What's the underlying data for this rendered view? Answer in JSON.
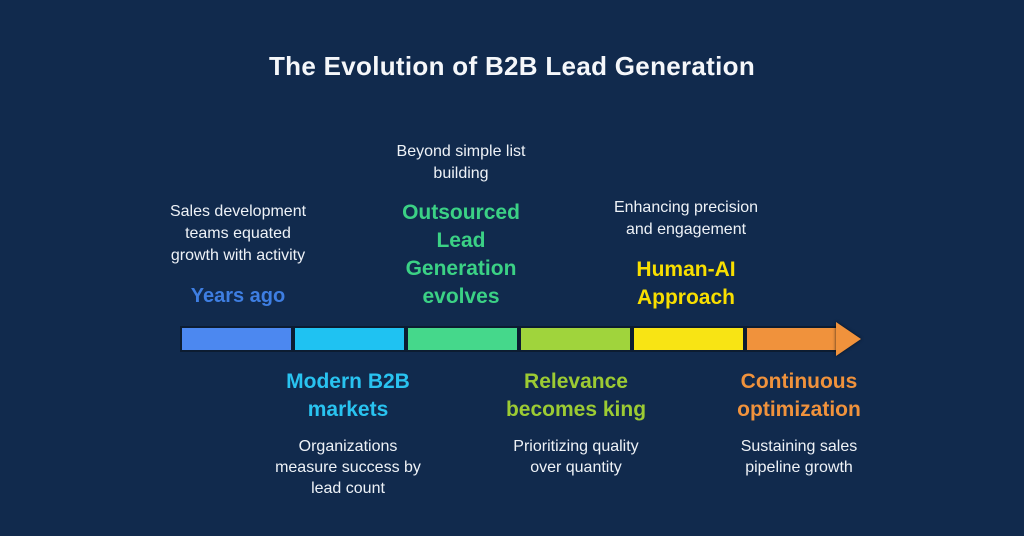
{
  "canvas": {
    "background": "#112A4D"
  },
  "title": {
    "text": "The Evolution of B2B Lead Generation",
    "color": "#F5F7FA"
  },
  "timeline": {
    "direction": "left-to-right",
    "segments": [
      {
        "name": "years-ago",
        "color": "#4C88F0"
      },
      {
        "name": "modern-b2b-markets",
        "color": "#1FC2F2"
      },
      {
        "name": "outsourced-lead-generation-evolves",
        "color": "#45D88B"
      },
      {
        "name": "relevance-becomes-king",
        "color": "#A0D43C"
      },
      {
        "name": "human-ai-approach",
        "color": "#F8E414"
      },
      {
        "name": "continuous-optimization",
        "color": "#F0923C"
      }
    ],
    "arrowhead_color": "#F0923C"
  },
  "top_items": [
    {
      "desc": "Sales development\nteams equated\ngrowth with activity",
      "heading": "Years ago",
      "color": "#3E7EE2"
    },
    {
      "desc": "Beyond simple list\nbuilding",
      "heading": "Outsourced\nLead\nGeneration\nevolves",
      "color": "#3BD185"
    },
    {
      "desc": "Enhancing precision\nand engagement",
      "heading": "Human-AI\nApproach",
      "color": "#F8DE00"
    }
  ],
  "bottom_items": [
    {
      "heading": "Modern B2B\nmarkets",
      "desc": "Organizations\nmeasure success by\nlead count",
      "color": "#29C3F0"
    },
    {
      "heading": "Relevance\nbecomes king",
      "desc": "Prioritizing quality\nover quantity",
      "color": "#9CCB33"
    },
    {
      "heading": "Continuous\noptimization",
      "desc": "Sustaining sales\npipeline growth",
      "color": "#F0923C"
    }
  ]
}
